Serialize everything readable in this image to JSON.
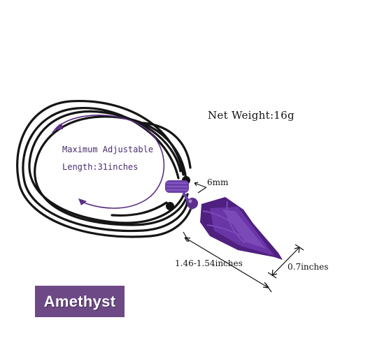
{
  "product": {
    "net_weight": "Net Weight:16g",
    "adjustable_line1": "Maximum Adjustable",
    "adjustable_line2": "Length:31inches",
    "bead_size": "6mm",
    "length_dim": "1.46-1.54inches",
    "width_dim": "0.7inches",
    "badge_label": "Amethyst"
  },
  "colors": {
    "cord": "#111111",
    "amethyst": "#5a2a8c",
    "purple_arc": "#5b2d86",
    "badge_bg": "#6d4a86"
  }
}
